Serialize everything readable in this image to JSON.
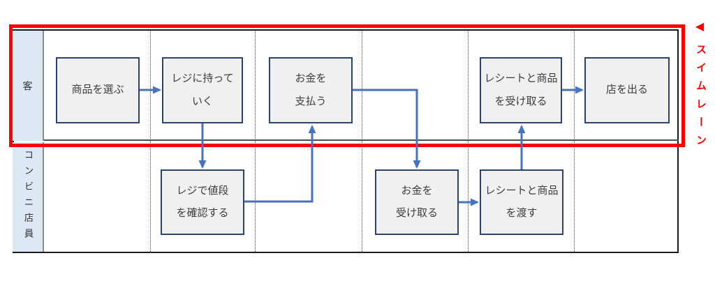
{
  "diagram": {
    "type": "swimlane-flowchart",
    "lanes": [
      {
        "id": "customer",
        "label": "客"
      },
      {
        "id": "clerk",
        "label": "コンビニ店員"
      }
    ],
    "nodes": [
      {
        "id": "select-product",
        "lane": "customer",
        "label": "商品を選ぶ"
      },
      {
        "id": "bring-to-register",
        "lane": "customer",
        "label": "レジに持って\nいく"
      },
      {
        "id": "pay-money",
        "lane": "customer",
        "label": "お金を\n支払う"
      },
      {
        "id": "receive-receipt-product",
        "lane": "customer",
        "label": "レシートと商品\nを受け取る"
      },
      {
        "id": "leave-store",
        "lane": "customer",
        "label": "店を出る"
      },
      {
        "id": "check-price",
        "lane": "clerk",
        "label": "レジで値段\nを確認する"
      },
      {
        "id": "receive-money",
        "lane": "clerk",
        "label": "お金を\n受け取る"
      },
      {
        "id": "hand-receipt-product",
        "lane": "clerk",
        "label": "レシートと商品\nを渡す"
      }
    ],
    "edges": [
      {
        "from": "select-product",
        "to": "bring-to-register"
      },
      {
        "from": "bring-to-register",
        "to": "check-price"
      },
      {
        "from": "check-price",
        "to": "pay-money"
      },
      {
        "from": "pay-money",
        "to": "receive-money"
      },
      {
        "from": "receive-money",
        "to": "hand-receipt-product"
      },
      {
        "from": "hand-receipt-product",
        "to": "receive-receipt-product"
      },
      {
        "from": "receive-receipt-product",
        "to": "leave-store"
      }
    ],
    "annotation": {
      "pointer": "◀",
      "label": "スイムレーン"
    },
    "colors": {
      "arrow": "#4472C4",
      "node_fill": "#F0F0F0",
      "node_border": "#2A4470",
      "lane_label_fill": "#DCE8F4",
      "highlight": "#FE0000",
      "table_border": "#1A1A1A"
    }
  }
}
